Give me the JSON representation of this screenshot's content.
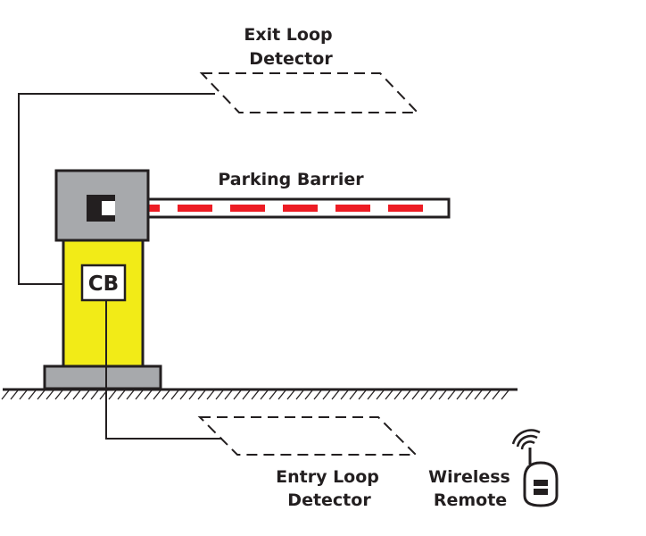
{
  "labels": {
    "exit_loop": [
      "Exit Loop",
      "Detector"
    ],
    "entry_loop": [
      "Entry Loop",
      "Detector"
    ],
    "parking_barrier": "Parking Barrier",
    "control_box": "CB",
    "wireless_remote": [
      "Wireless",
      "Remote"
    ]
  },
  "colors": {
    "housing": "#a7a9ac",
    "post": "#f2eb17",
    "arm_stripe": "#ed1c24",
    "outline": "#231f20"
  }
}
